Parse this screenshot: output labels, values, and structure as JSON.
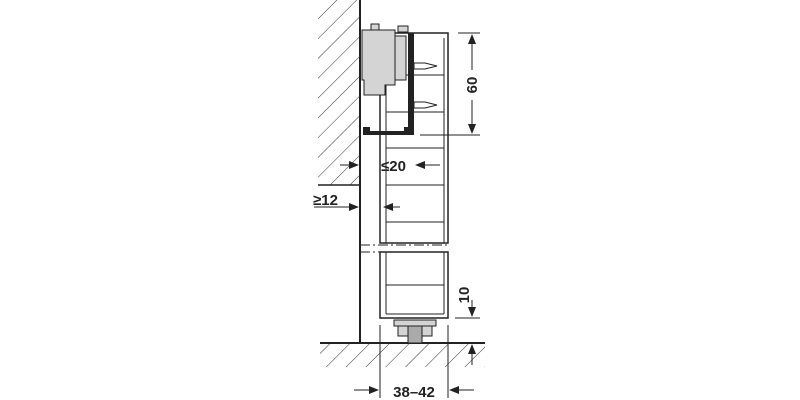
{
  "dimensions": {
    "height_track": "60",
    "max_gap": "≤20",
    "min_wall": "≥12",
    "floor_clearance": "10",
    "door_thickness": "38–42"
  },
  "colors": {
    "line": "#222222",
    "hardware": "#d4d4d4"
  }
}
